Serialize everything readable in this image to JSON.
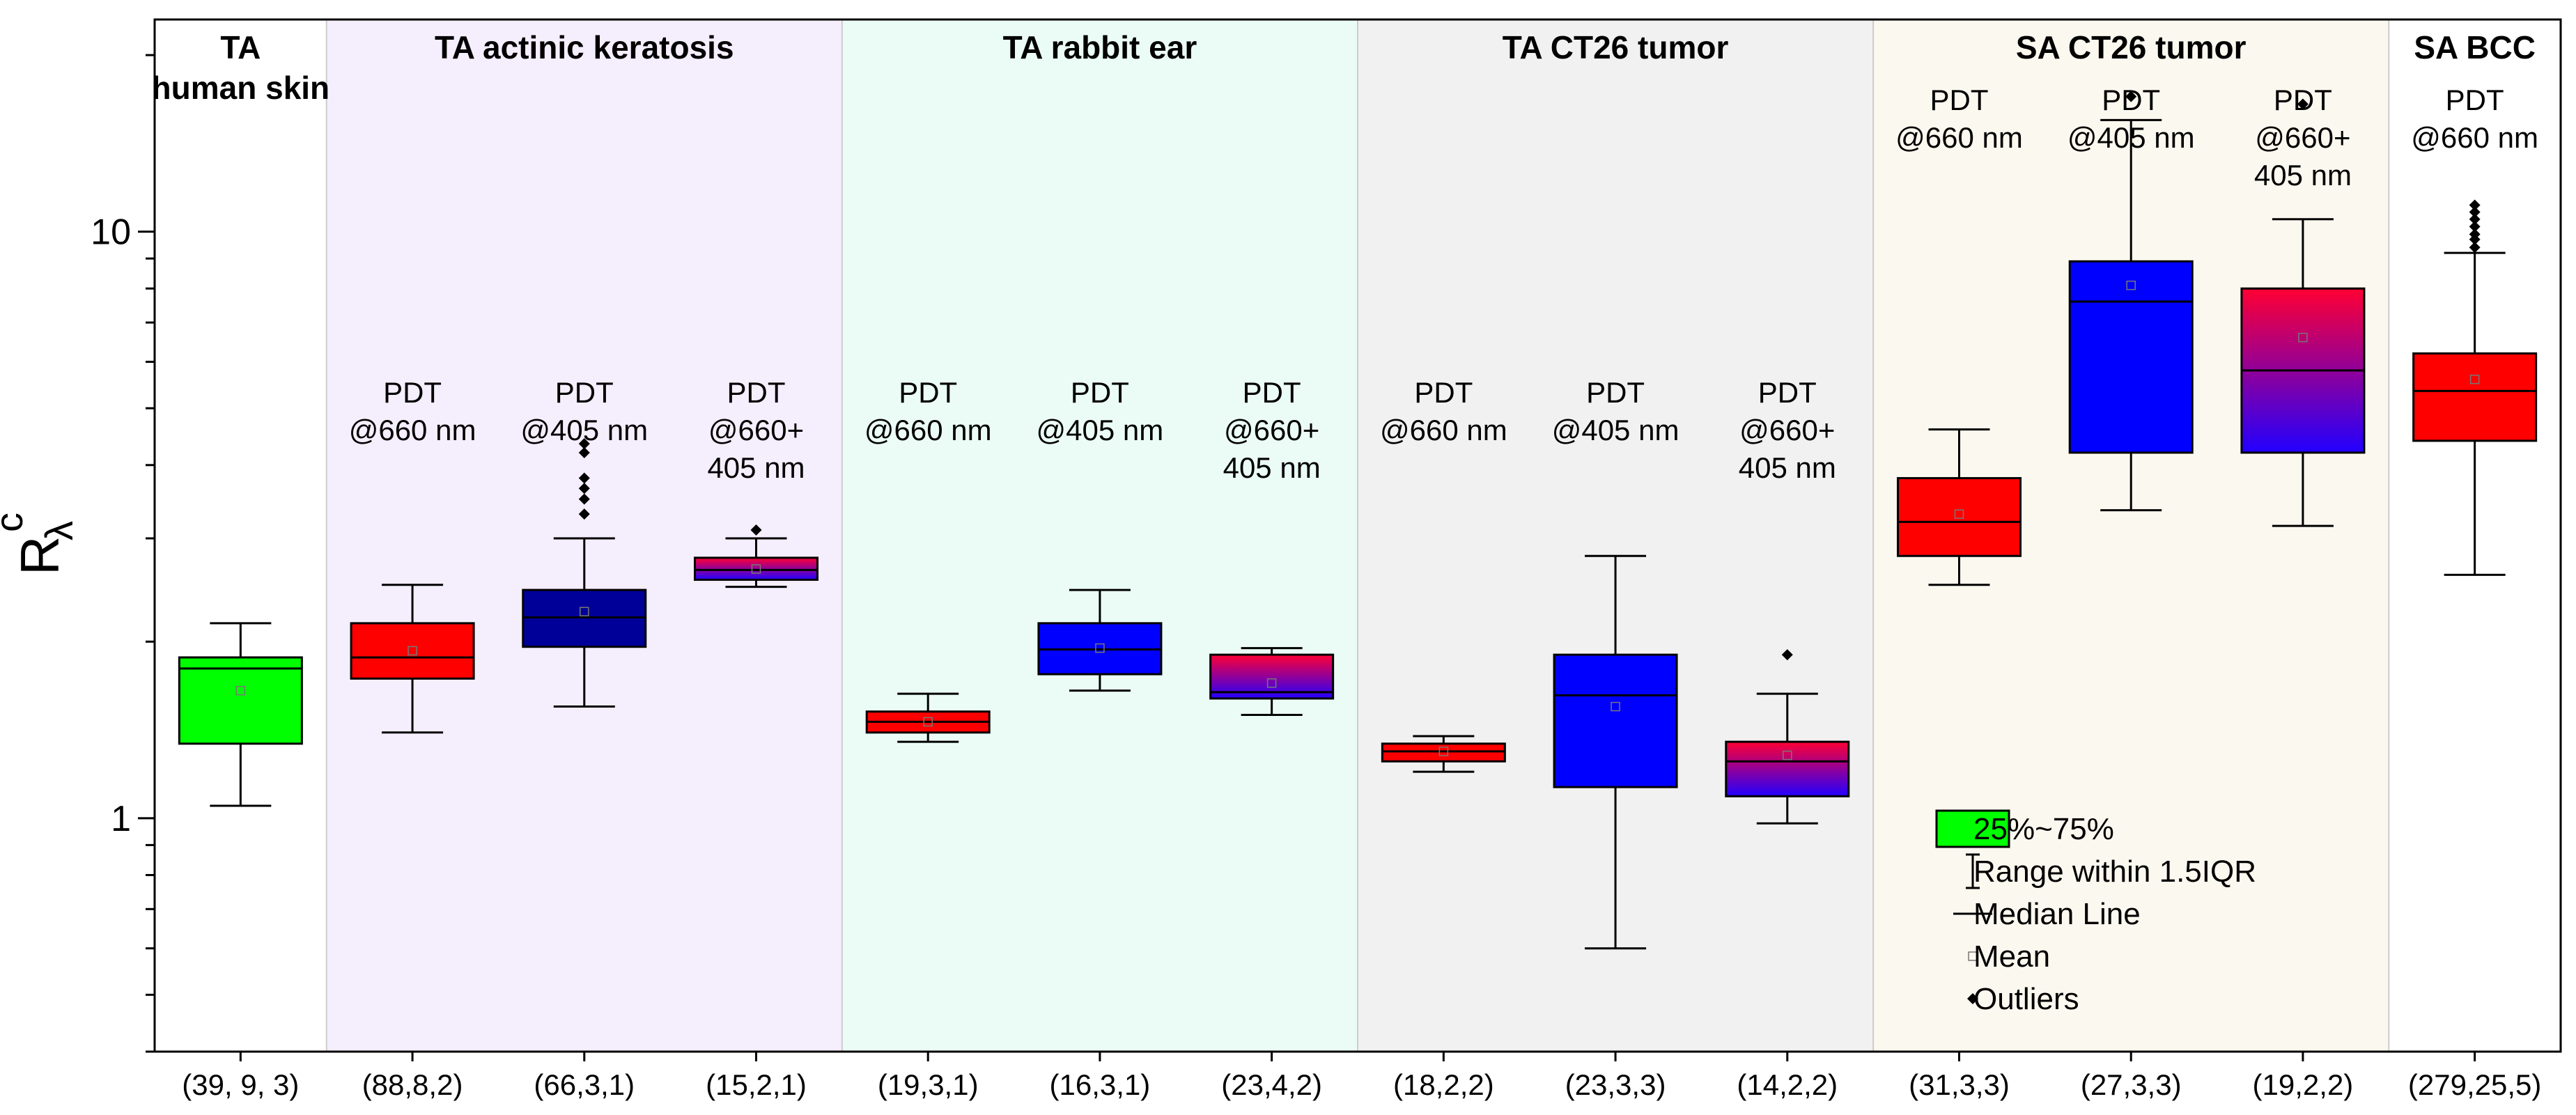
{
  "chart_data": {
    "type": "box",
    "y_scale": "log",
    "ylim": [
      0.4,
      23
    ],
    "y_ticks": [
      {
        "value": 1,
        "label": "1"
      },
      {
        "value": 10,
        "label": "10"
      }
    ],
    "ylabel": {
      "main": "R",
      "sub": "λ",
      "sup": "c"
    },
    "groups": [
      {
        "title_lines": [
          "TA",
          "human skin"
        ],
        "bg": "#ffffff",
        "start": 0.5,
        "end": 1.5
      },
      {
        "title_lines": [
          "TA actinic keratosis"
        ],
        "bg": "#f5eefd",
        "start": 1.5,
        "end": 4.5
      },
      {
        "title_lines": [
          "TA rabbit ear"
        ],
        "bg": "#ebfcf6",
        "start": 4.5,
        "end": 7.5
      },
      {
        "title_lines": [
          "TA CT26 tumor"
        ],
        "bg": "#f1f1f1",
        "start": 7.5,
        "end": 10.5
      },
      {
        "title_lines": [
          "SA CT26 tumor"
        ],
        "bg": "#fbf8ef",
        "start": 10.5,
        "end": 13.5
      },
      {
        "title_lines": [
          "SA BCC"
        ],
        "bg": "#ffffff",
        "start": 13.5,
        "end": 14.5
      }
    ],
    "boxes": [
      {
        "category": "(39, 9, 3)",
        "fill": "green",
        "q1": 1.34,
        "median": 1.8,
        "q3": 1.88,
        "mean": 1.65,
        "wlow": 1.05,
        "whigh": 2.15,
        "outliers": [],
        "condition": []
      },
      {
        "category": "(88,8,2)",
        "fill": "red",
        "q1": 1.73,
        "median": 1.88,
        "q3": 2.15,
        "mean": 1.93,
        "wlow": 1.4,
        "whigh": 2.5,
        "outliers": [],
        "condition": [
          "PDT",
          "@660 nm"
        ]
      },
      {
        "category": "(66,3,1)",
        "fill": "navy",
        "q1": 1.96,
        "median": 2.2,
        "q3": 2.45,
        "mean": 2.25,
        "wlow": 1.55,
        "whigh": 3.0,
        "outliers": [
          3.3,
          3.5,
          3.65,
          3.8,
          4.2,
          4.35
        ],
        "condition": [
          "PDT",
          "@405 nm"
        ]
      },
      {
        "category": "(15,2,1)",
        "fill": "grad",
        "q1": 2.55,
        "median": 2.65,
        "q3": 2.78,
        "mean": 2.66,
        "wlow": 2.48,
        "whigh": 3.0,
        "outliers": [
          3.1
        ],
        "condition": [
          "PDT",
          "@660+",
          "405 nm"
        ]
      },
      {
        "category": "(19,3,1)",
        "fill": "red",
        "q1": 1.4,
        "median": 1.46,
        "q3": 1.52,
        "mean": 1.46,
        "wlow": 1.35,
        "whigh": 1.63,
        "outliers": [],
        "condition": [
          "PDT",
          "@660 nm"
        ]
      },
      {
        "category": "(16,3,1)",
        "fill": "blue",
        "q1": 1.76,
        "median": 1.94,
        "q3": 2.15,
        "mean": 1.95,
        "wlow": 1.65,
        "whigh": 2.45,
        "outliers": [],
        "condition": [
          "PDT",
          "@405 nm"
        ]
      },
      {
        "category": "(23,4,2)",
        "fill": "grad",
        "q1": 1.6,
        "median": 1.64,
        "q3": 1.9,
        "mean": 1.7,
        "wlow": 1.5,
        "whigh": 1.95,
        "outliers": [],
        "condition": [
          "PDT",
          "@660+",
          "405 nm"
        ]
      },
      {
        "category": "(18,2,2)",
        "fill": "red",
        "q1": 1.25,
        "median": 1.3,
        "q3": 1.34,
        "mean": 1.3,
        "wlow": 1.2,
        "whigh": 1.38,
        "outliers": [],
        "condition": [
          "PDT",
          "@660 nm"
        ]
      },
      {
        "category": "(23,3,3)",
        "fill": "blue",
        "q1": 1.13,
        "median": 1.62,
        "q3": 1.9,
        "mean": 1.55,
        "wlow": 0.6,
        "whigh": 2.8,
        "outliers": [],
        "condition": [
          "PDT",
          "@405 nm"
        ]
      },
      {
        "category": "(14,2,2)",
        "fill": "grad",
        "q1": 1.09,
        "median": 1.25,
        "q3": 1.35,
        "mean": 1.28,
        "wlow": 0.98,
        "whigh": 1.63,
        "outliers": [
          1.9
        ],
        "condition": [
          "PDT",
          "@660+",
          "405 nm"
        ]
      },
      {
        "category": "(31,3,3)",
        "fill": "red",
        "q1": 2.8,
        "median": 3.2,
        "q3": 3.8,
        "mean": 3.3,
        "wlow": 2.5,
        "whigh": 4.6,
        "outliers": [],
        "condition": [
          "PDT",
          "@660 nm"
        ]
      },
      {
        "category": "(27,3,3)",
        "fill": "blue",
        "q1": 4.2,
        "median": 7.6,
        "q3": 8.9,
        "mean": 8.1,
        "wlow": 3.35,
        "whigh": 15.5,
        "outliers": [
          17.0
        ],
        "condition": [
          "PDT",
          "@405 nm"
        ]
      },
      {
        "category": "(19,2,2)",
        "fill": "grad",
        "q1": 4.2,
        "median": 5.8,
        "q3": 8.0,
        "mean": 6.6,
        "wlow": 3.15,
        "whigh": 10.5,
        "outliers": [
          16.5
        ],
        "condition": [
          "PDT",
          "@660+",
          "405 nm"
        ]
      },
      {
        "category": "(279,25,5)",
        "fill": "red",
        "q1": 4.4,
        "median": 5.35,
        "q3": 6.2,
        "mean": 5.6,
        "wlow": 2.6,
        "whigh": 9.2,
        "outliers": [
          9.4,
          9.7,
          9.9,
          10.2,
          10.5,
          10.8,
          11.1
        ],
        "condition": [
          "PDT",
          "@660 nm"
        ]
      }
    ],
    "legend": {
      "placement": "bottom-right, inside plot",
      "items": [
        {
          "symbol": "box",
          "label": "25%~75%"
        },
        {
          "symbol": "whisker",
          "label": "Range within 1.5IQR"
        },
        {
          "symbol": "line",
          "label": "Median Line"
        },
        {
          "symbol": "square",
          "label": "Mean"
        },
        {
          "symbol": "diamond",
          "label": "Outliers"
        }
      ]
    },
    "colors": {
      "green": "#00ff00",
      "red": "#ff0000",
      "blue": "#0000ff",
      "navy": "#000099",
      "grad_top": "#ff0033",
      "grad_bottom": "#2200ff",
      "group_border": "#cccccc"
    }
  }
}
